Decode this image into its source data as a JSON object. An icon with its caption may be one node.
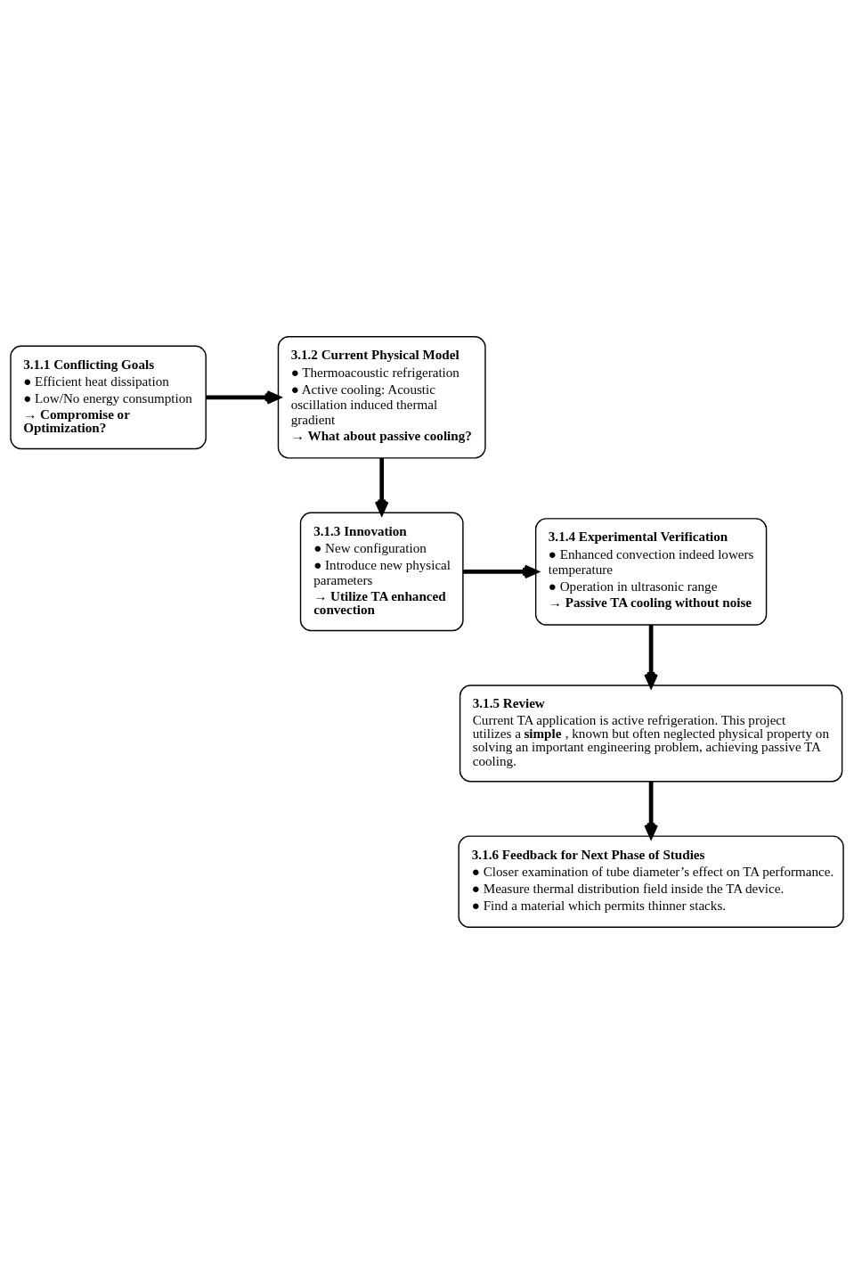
{
  "diagram": {
    "nodes": [
      {
        "text": [
          "3.1.1 Conflicting Goals",
          "● Efficient heat dissipation",
          "● Low/No energy consumption",
          "→ **Compromise or Optimization?**"
        ]
      },
      {
        "text": [
          "3.1.2 Current Physical Model",
          "● Thermoacoustic refrigeration",
          "● Active cooling: Acoustic oscillation induced thermal gradient",
          "→ **What about passive cooling?**"
        ]
      },
      {
        "text": [
          "3.1.3 Innovation",
          "● New configuration",
          "● Introduce new physical parameters",
          "→ **Utilize TA enhanced convection**"
        ]
      },
      {
        "text": [
          "3.1.4 Experimental Verification",
          "● Enhanced convection indeed lowers temperature",
          "● Operation in ultrasonic range",
          "→ **Passive TA cooling without noise**"
        ]
      },
      {
        "text": [
          "3.1.5 Review",
          "Current TA application is active refrigeration. This project utilizes a **simple**, known but often neglected physical property on solving an important engineering problem, achieving passive TA cooling."
        ]
      },
      {
        "text": [
          "3.1.6 Feedback for Next Phase of Studies",
          "● Closer examination of tube diameter’s effect on TA performance.",
          "● Measure thermal distribution field inside the TA device.",
          "● Find a material which permits thinner stacks."
        ]
      }
    ],
    "edges": [
      {
        "from": 0,
        "to": 1,
        "arrow": "to"
      },
      {
        "from": 1,
        "to": 2,
        "arrow": "to"
      },
      {
        "from": 2,
        "to": 3,
        "arrow": "to"
      },
      {
        "from": 3,
        "to": 4,
        "arrow": "to"
      },
      {
        "from": 4,
        "to": 5,
        "arrow": "to"
      }
    ]
  }
}
